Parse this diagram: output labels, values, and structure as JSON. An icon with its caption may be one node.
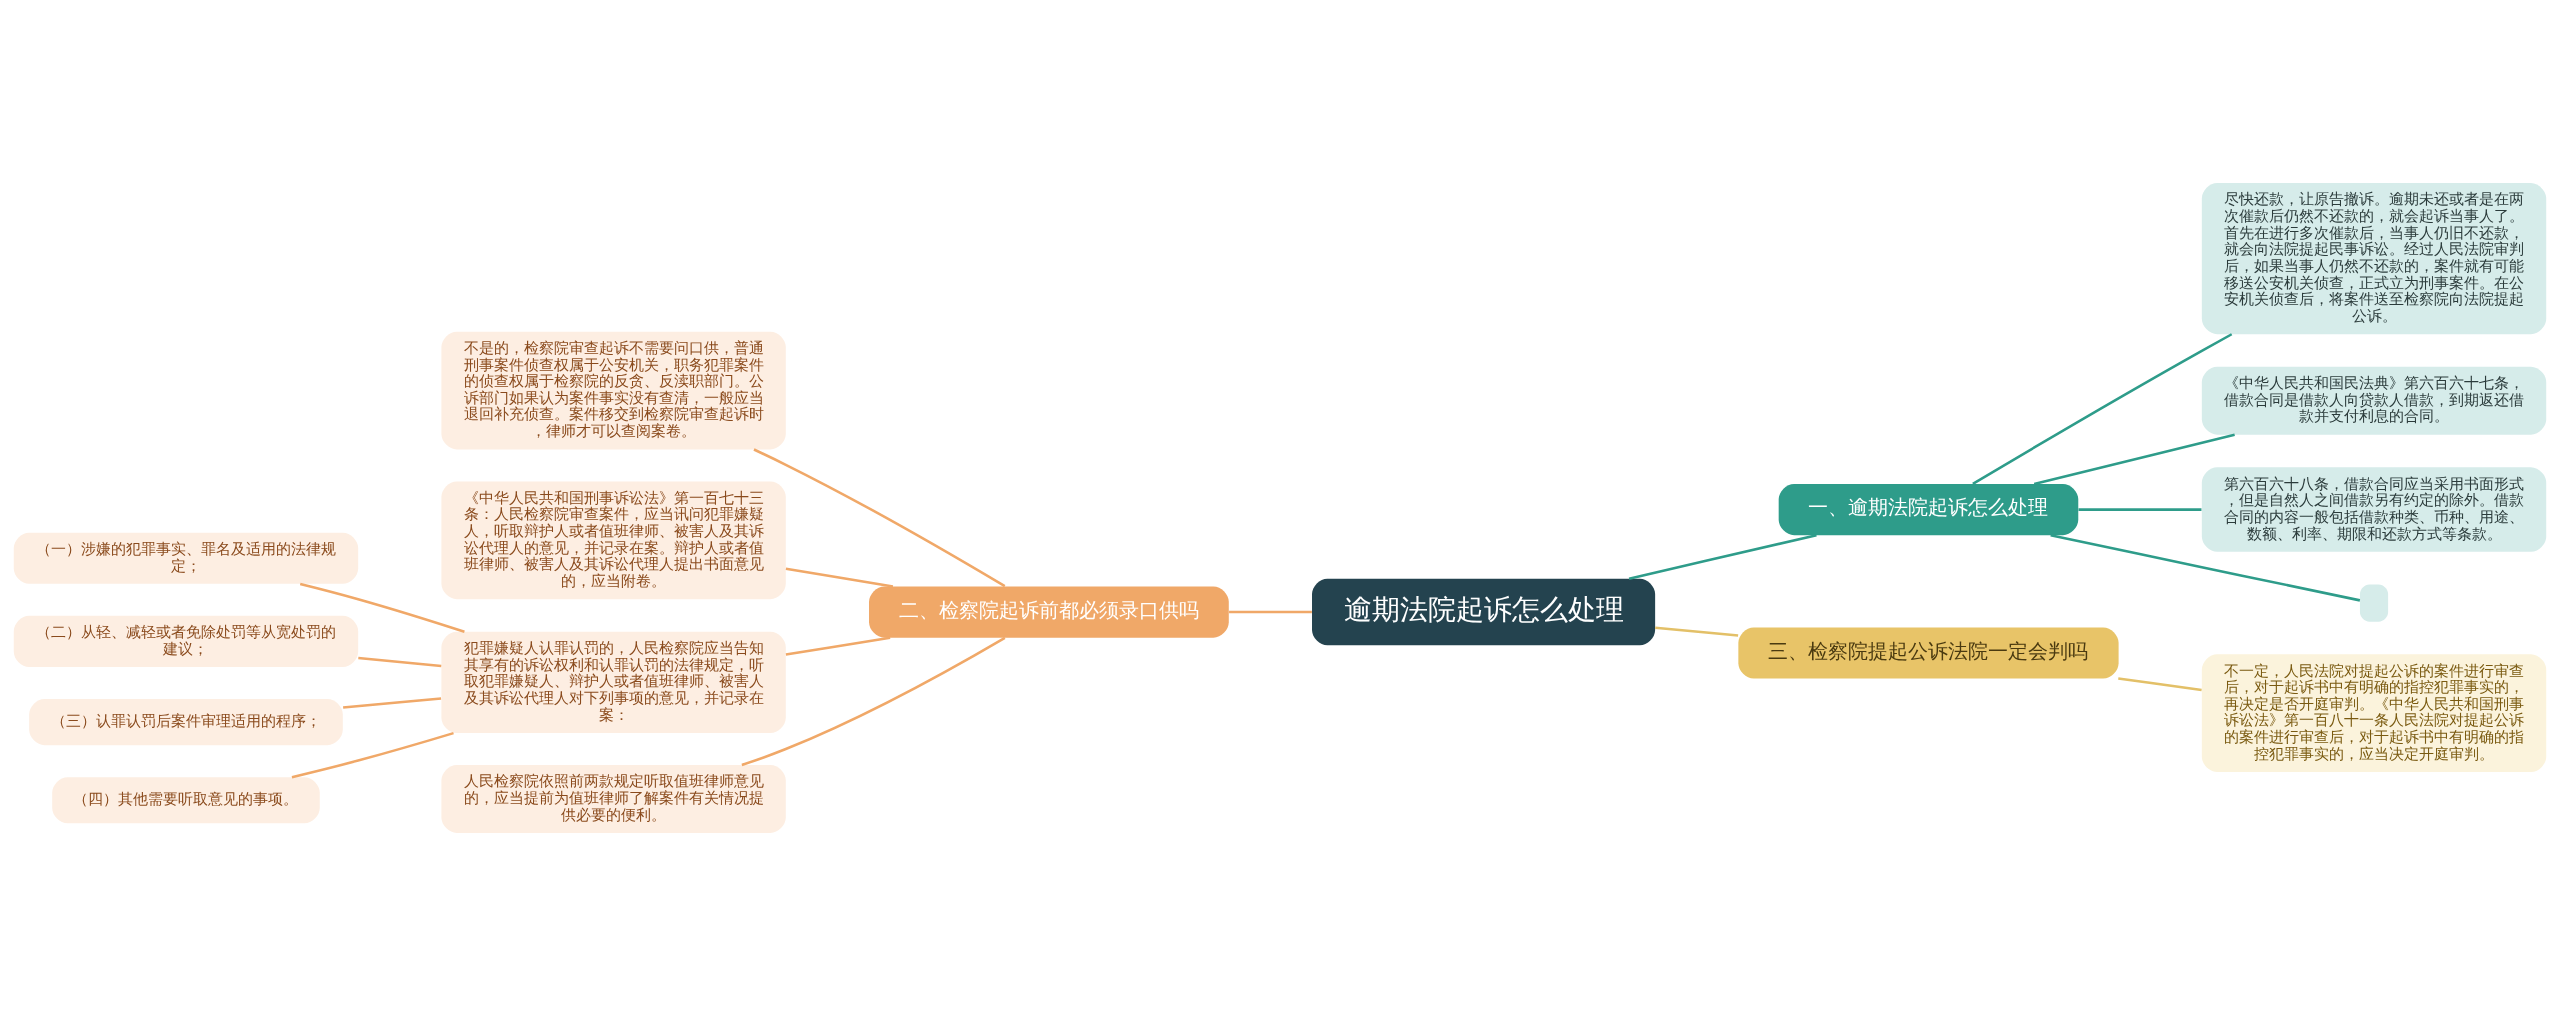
{
  "diagram": {
    "nodes": [
      {
        "text": [
          "逾期法院起诉怎么处理"
        ]
      },
      {
        "text": [
          "一、逾期法院起诉怎么处理"
        ]
      },
      {
        "text": [
          "尽快还款，让原告撤诉。逾期未还或者是在两次催款后仍然不还款的，就会起诉当事人了。首先在进行多次催款后，当事人仍旧不还款，就会向法院提起民事诉讼。经过人民法院审判后，如果当事人仍然不还款的，案件就有可能移送公安机关侦查，正式立为刑事案件。在公安机关侦查后，将案件送至检察院向法院提起公诉。"
        ]
      },
      {
        "text": [
          "《中华人民共和国民法典》第六百六十七条，借款合同是借款人向贷款人借款，到期返还借款并支付利息的合同。"
        ]
      },
      {
        "text": [
          "第六百六十八条，借款合同应当采用书面形式，但是自然人之间借款另有约定的除外。借款合同的内容一般包括借款种类、币种、用途、数额、利率、期限和还款方式等条款。"
        ]
      },
      {
        "text": [],
        "shape": "box"
      },
      {
        "text": [
          "二、检察院起诉前都必须录口供吗"
        ]
      },
      {
        "text": [
          "不是的，检察院审查起诉不需要问口供，普通刑事案件侦查权属于公安机关，职务犯罪案件的侦查权属于检察院的反贪、反渎职部门。公诉部门如果认为案件事实没有查清，一般应当退回补充侦查。案件移交到检察院审查起诉时，律师才可以查阅案卷。"
        ]
      },
      {
        "text": [
          "《中华人民共和国刑事诉讼法》第一百七十三条：人民检察院审查案件，应当讯问犯罪嫌疑人，听取辩护人或者值班律师、被害人及其诉讼代理人的意见，并记录在案。辩护人或者值班律师、被害人及其诉讼代理人提出书面意见的，应当附卷。"
        ]
      },
      {
        "text": [
          "犯罪嫌疑人认罪认罚的，人民检察院应当告知其享有的诉讼权利和认罪认罚的法律规定，听取犯罪嫌疑人、辩护人或者值班律师、被害人及其诉讼代理人对下列事项的意见，并记录在案："
        ]
      },
      {
        "text": [
          "（一）涉嫌的犯罪事实、罪名及适用的法律规定；"
        ]
      },
      {
        "text": [
          "（二）从轻、减轻或者免除处罚等从宽处罚的建议；"
        ]
      },
      {
        "text": [
          "（三）认罪认罚后案件审理适用的程序；"
        ]
      },
      {
        "text": [
          "（四）其他需要听取意见的事项。"
        ]
      },
      {
        "text": [
          "人民检察院依照前两款规定听取值班律师意见的，应当提前为值班律师了解案件有关情况提供必要的便利。"
        ]
      },
      {
        "text": [
          "三、检察院提起公诉法院一定会判吗"
        ]
      },
      {
        "text": [
          "不一定，人民法院对提起公诉的案件进行审查后，对于起诉书中有明确的指控犯罪事实的，再决定是否开庭审判。《中华人民共和国刑事诉讼法》第一百八十一条人民法院对提起公诉的案件进行审查后，对于起诉书中有明确的指控犯罪事实的，应当决定开庭审判。"
        ]
      }
    ],
    "edges": [
      {
        "from": 0,
        "to": 1,
        "arrow": "none",
        "color": "#2e9c8a"
      },
      {
        "from": 1,
        "to": 2,
        "arrow": "none",
        "color": "#2e9c8a"
      },
      {
        "from": 1,
        "to": 3,
        "arrow": "none",
        "color": "#2e9c8a"
      },
      {
        "from": 1,
        "to": 4,
        "arrow": "none",
        "color": "#2e9c8a"
      },
      {
        "from": 1,
        "to": 5,
        "arrow": "none",
        "color": "#2e9c8a"
      },
      {
        "from": 0,
        "to": 6,
        "arrow": "none"
      },
      {
        "from": 6,
        "to": 7,
        "arrow": "none"
      },
      {
        "from": 6,
        "to": 8,
        "arrow": "none"
      },
      {
        "from": 6,
        "to": 9,
        "arrow": "none"
      },
      {
        "from": 9,
        "to": 10,
        "arrow": "none"
      },
      {
        "from": 9,
        "to": 11,
        "arrow": "none"
      },
      {
        "from": 9,
        "to": 12,
        "arrow": "none"
      },
      {
        "from": 9,
        "to": 13,
        "arrow": "none"
      },
      {
        "from": 6,
        "to": 14,
        "arrow": "none"
      },
      {
        "from": 0,
        "to": 15,
        "arrow": "none",
        "color": "#e3c068"
      },
      {
        "from": 15,
        "to": 16,
        "arrow": "none",
        "color": "#e3c068"
      }
    ]
  }
}
